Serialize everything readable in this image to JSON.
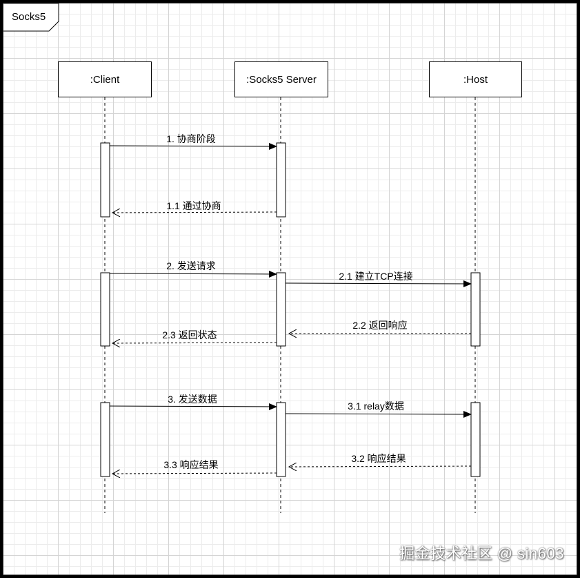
{
  "frame": {
    "title": "Socks5"
  },
  "participants": [
    {
      "name": ":Client"
    },
    {
      "name": ":Socks5 Server"
    },
    {
      "name": ":Host"
    }
  ],
  "messages": [
    {
      "label": "1. 协商阶段",
      "from": 0,
      "to": 1,
      "type": "sync"
    },
    {
      "label": "1.1 通过协商",
      "from": 1,
      "to": 0,
      "type": "reply"
    },
    {
      "label": "2. 发送请求",
      "from": 0,
      "to": 1,
      "type": "sync"
    },
    {
      "label": "2.1 建立TCP连接",
      "from": 1,
      "to": 2,
      "type": "sync"
    },
    {
      "label": "2.2 返回响应",
      "from": 2,
      "to": 1,
      "type": "reply"
    },
    {
      "label": "2.3 返回状态",
      "from": 1,
      "to": 0,
      "type": "reply"
    },
    {
      "label": "3. 发送数据",
      "from": 0,
      "to": 1,
      "type": "sync"
    },
    {
      "label": "3.1 relay数据",
      "from": 1,
      "to": 2,
      "type": "sync"
    },
    {
      "label": "3.2 响应结果",
      "from": 2,
      "to": 1,
      "type": "reply"
    },
    {
      "label": "3.3 响应结果",
      "from": 1,
      "to": 0,
      "type": "reply"
    }
  ],
  "watermark": {
    "text": "掘金技术社区 @ sin603"
  }
}
